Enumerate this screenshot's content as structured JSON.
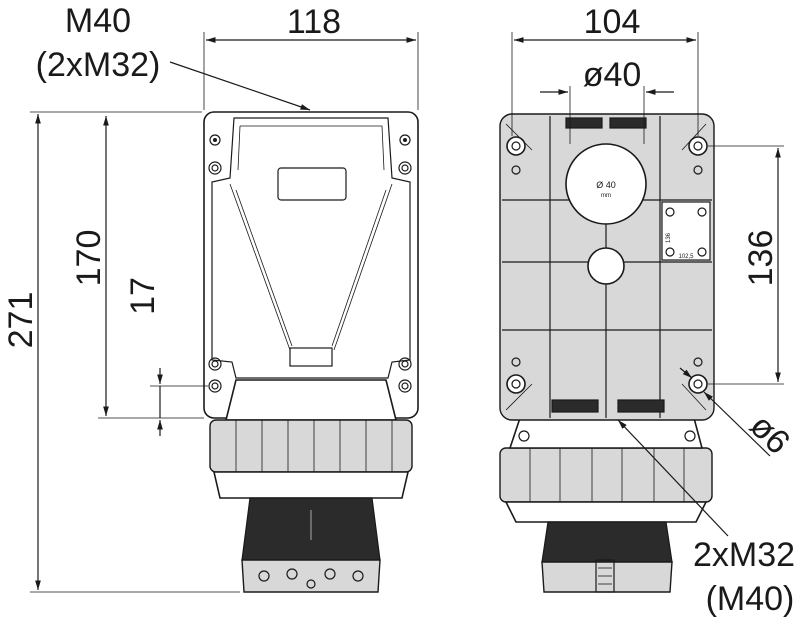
{
  "left_view": {
    "cable_entry_main": "M40",
    "cable_entry_alt": "(2xM32)",
    "dimensions": {
      "width": "118",
      "total_height": "271",
      "mount_spacing": "170",
      "offset": "17"
    }
  },
  "right_view": {
    "dimensions": {
      "width": "104",
      "hole_spacing": "136",
      "knockout_diameter": "ø40",
      "hole_diameter": "ø6"
    },
    "cable_entry_main": "2xM32",
    "cable_entry_alt": "(M40)",
    "knockout_label": "Ø 40",
    "knockout_unit": "mm",
    "label_136": "136",
    "label_1025": "102,5"
  }
}
